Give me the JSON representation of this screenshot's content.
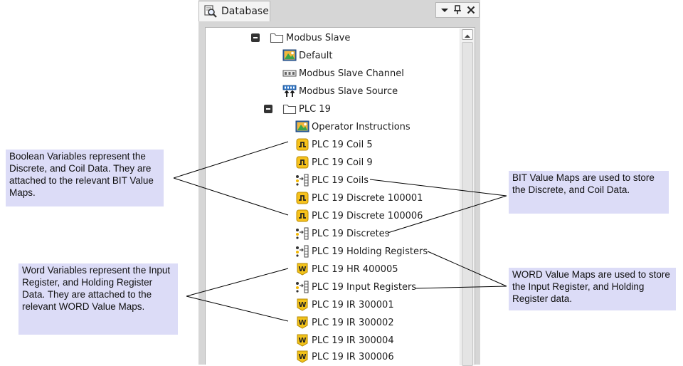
{
  "panel": {
    "title": "Database",
    "icon": "database-search-icon",
    "buttons": [
      "dropdown-icon",
      "pin-icon",
      "close-icon"
    ]
  },
  "tree": {
    "modbus_slave": {
      "label": "Modbus Slave",
      "icon": "folder-icon",
      "expanded": true
    },
    "default": {
      "label": "Default",
      "icon": "mimic-icon"
    },
    "modbus_slave_channel": {
      "label": "Modbus Slave Channel",
      "icon": "channel-icon"
    },
    "modbus_slave_source": {
      "label": "Modbus Slave Source",
      "icon": "source-icon"
    },
    "plc19": {
      "label": "PLC 19",
      "icon": "folder-icon",
      "expanded": true
    },
    "items": [
      {
        "label": "Operator Instructions",
        "icon": "mimic-icon"
      },
      {
        "label": "PLC 19 Coil 5",
        "icon": "boolean-variable-icon"
      },
      {
        "label": "PLC 19 Coil 9",
        "icon": "boolean-variable-icon"
      },
      {
        "label": "PLC 19 Coils",
        "icon": "value-map-icon"
      },
      {
        "label": "PLC 19 Discrete 100001",
        "icon": "boolean-variable-icon"
      },
      {
        "label": "PLC 19 Discrete 100006",
        "icon": "boolean-variable-icon"
      },
      {
        "label": "PLC 19 Discretes",
        "icon": "value-map-icon"
      },
      {
        "label": "PLC 19 Holding Registers",
        "icon": "value-map-icon"
      },
      {
        "label": "PLC 19 HR 400005",
        "icon": "word-variable-icon"
      },
      {
        "label": "PLC 19 Input Registers",
        "icon": "value-map-icon"
      },
      {
        "label": "PLC 19 IR 300001",
        "icon": "word-variable-icon"
      },
      {
        "label": "PLC 19 IR 300002",
        "icon": "word-variable-icon"
      },
      {
        "label": "PLC 19 IR 300004",
        "icon": "word-variable-icon"
      },
      {
        "label": "PLC 19 IR 300006",
        "icon": "word-variable-icon"
      }
    ]
  },
  "annotations": {
    "boolean": "Boolean Variables represent the Discrete, and Coil Data. They are attached to the relevant BIT Value Maps.",
    "word": "Word Variables represent the Input Register, and Holding Register Data. They are attached to the relevant WORD Value Maps.",
    "bit_maps": "BIT Value Maps are used to store the Discrete, and Coil Data.",
    "word_maps": "WORD Value Maps are used to store the Input Register, and Holding Register data."
  },
  "colors": {
    "note_background": "#dcdcf7",
    "boolean_icon": "#f7c21c",
    "word_icon": "#f2c21a",
    "panel_background": "#d6d6d6"
  }
}
